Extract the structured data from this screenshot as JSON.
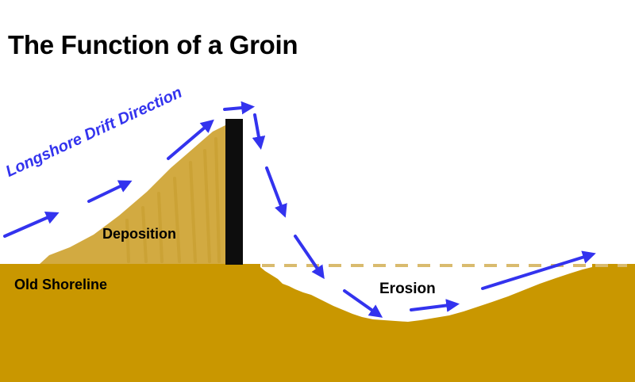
{
  "title": "The Function of a Groin",
  "labels": {
    "old_shoreline": "Old Shoreline",
    "deposition": "Deposition",
    "erosion": "Erosion",
    "longshore_drift": "Longshore Drift Direction"
  },
  "colors": {
    "sand": "#c99700",
    "deposited_sand": "#d2aa41",
    "groin": "#0d0d0d",
    "arrows": "#3333ee",
    "old_shoreline_dash": "#d9bb6e",
    "background": "#ffffff"
  }
}
